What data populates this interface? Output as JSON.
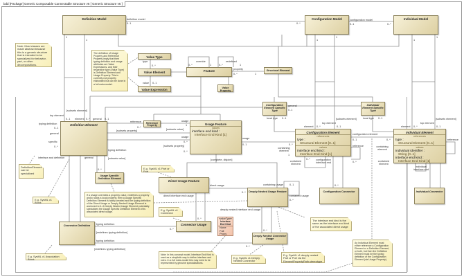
{
  "frame_title": "bdd [Package] Generic Composable Connectable Structure v6 [ Generic Structure v6 ]",
  "classes": [
    {
      "name": "Definition Model"
    },
    {
      "name": "Configuration Model"
    },
    {
      "name": "Individual Model"
    },
    {
      "name": "Value Type"
    },
    {
      "name": "Value Element"
    },
    {
      "name": "Value Expression"
    },
    {
      "name": "Feature"
    },
    {
      "name": "Value Property"
    },
    {
      "name": "Structural Element"
    },
    {
      "name": "Configuration Element Specific Type"
    },
    {
      "name": "Individual Element Specific Type"
    },
    {
      "name": "Definition Element"
    },
    {
      "name": "Reference Property"
    },
    {
      "name": "Usage Feature",
      "values_stereo": "values",
      "attrs": [
        {
          "n": "interface end kind :",
          "t": "Interface End Kind [1]"
        }
      ]
    },
    {
      "name": "Configuration Element",
      "ref_stereo": "references",
      "refs": [
        {
          "n": "type :",
          "t": "Structural Element [0..1]"
        }
      ],
      "values_stereo": "values",
      "attrs": [
        {
          "n": "interface end kind :",
          "t": "Interface End Kind [1]"
        }
      ]
    },
    {
      "name": "Individual Element",
      "ref_stereo": "references",
      "refs": [
        {
          "n": "type :",
          "t": "Structural Element [0..1]"
        }
      ],
      "values_stereo": "values",
      "attrs": [
        {
          "n": "individual identifier :",
          "t": "String [0..1]"
        },
        {
          "n": "interface end kind :",
          "t": "Interface End Kind [1]"
        }
      ]
    },
    {
      "name": "Usage Specific Definition Element"
    },
    {
      "name": "Direct Usage Feature"
    },
    {
      "name": "Deeply Nested Usage Feature"
    },
    {
      "name": "Configuration Connector"
    },
    {
      "name": "Individual Connector"
    },
    {
      "name": "Connector Usage"
    },
    {
      "name": "Connector Definition"
    },
    {
      "name": "Deeply Nested Connector Usage"
    }
  ],
  "enumeration": {
    "stereotype": "«valueType»",
    "name": "Interface End Kind",
    "literals": [
      "None",
      "Full",
      "Proxy"
    ]
  },
  "notes": [
    "Note: Most classes are made abstract because this is a generic structure that is intended to be specialized for behavior, part, or other decompositions.",
    "The definition of Usage Property and Reference Property imply that their typing definition and usage attributes are Value Expressions, and their respective type (Value Type) is Definition Element and Usage Property. This is currently not properly elaborated but can be done in a full meta model.",
    "DefinitionElement can be specialized",
    "E.g. SysML v1 Block",
    "E.g. SysML v1 Part or Port",
    "If a Usage overrides a property value, redefines a property and/or adds a local property, then a Usage Specific Definition Element is tacitly created and the typing definition of the Direct Usage or Deeply Nested Usage Element is anchored to it. A Deeply Nested Usage Element potentially specializes the Usage Specific Definition Element of its associated direct usage.",
    "E.g. SysML v1 Connector",
    "E.g. SysML v1 Association Block",
    "Note: In this concept model, Interface End Kind is used as a simplistic way to define interface and roles. In a full meta-model this may need to be represented by genuine specializations.",
    "E.g. SysML v1 Deeply Nested Connector",
    "E.g. SysML v1 deeply nested Part or Port via the ElementPropertyPath stereotype",
    "The interface end kind is the same as the interface end kind of the associated direct usage",
    "An Individual Element must either reference a Configuration Element or a Definition Element, or both, but then the Definition Element must be the typing definition of the Configuration Element (via Usage Property)."
  ],
  "labels": [
    "definition model",
    "0..1",
    "0..*",
    "configuration model",
    "0..1",
    "0..*",
    "1",
    "1",
    "1",
    "1",
    "1",
    "1",
    "type",
    "0..*",
    "value",
    "0..1",
    "0..*",
    "override",
    "1",
    "0..*",
    "redefined",
    "1",
    "property",
    "0..*",
    "1",
    "general",
    "0..1",
    "local type",
    "0..1",
    "local type",
    "0..1",
    "top element",
    "element",
    "[subsets element]",
    "0..1",
    "0..*",
    "general",
    "0..1",
    "element",
    "0..*",
    "top element",
    "[subsets element]",
    "0..1",
    "element",
    "0..*",
    "top element",
    "[subsets element]",
    "0..1",
    "typing definition",
    "0..1",
    "general",
    "specific",
    "0..*",
    "reference",
    "0..*",
    "[subsets property]",
    "usage",
    "1",
    "[subsets value]",
    "usage",
    "0..*",
    "typing definition",
    "[subsets value]",
    "[subsets property]",
    "0..*",
    "usage",
    "0..1",
    "0..*",
    "configuration element",
    "0..1",
    "0..*",
    "containing element",
    "contained element",
    "1",
    "0..*",
    "reference",
    "0..*",
    "configuration interface end",
    "containing element",
    "contained element",
    "individual interface end",
    "reference",
    "interface and definition",
    "general",
    "0..*",
    "[complete, disjoint]",
    "direct usage",
    "direct interface end usage",
    "containing usage",
    "0..1",
    "contained usage",
    "0..*",
    "deeply nested interface end usage",
    "0..*",
    "0..*",
    "0..*",
    "0..*",
    "typing definition",
    "0..*",
    "[redefines typing definition]",
    "typing definition",
    "[redefines typing definition]",
    "0..*"
  ]
}
